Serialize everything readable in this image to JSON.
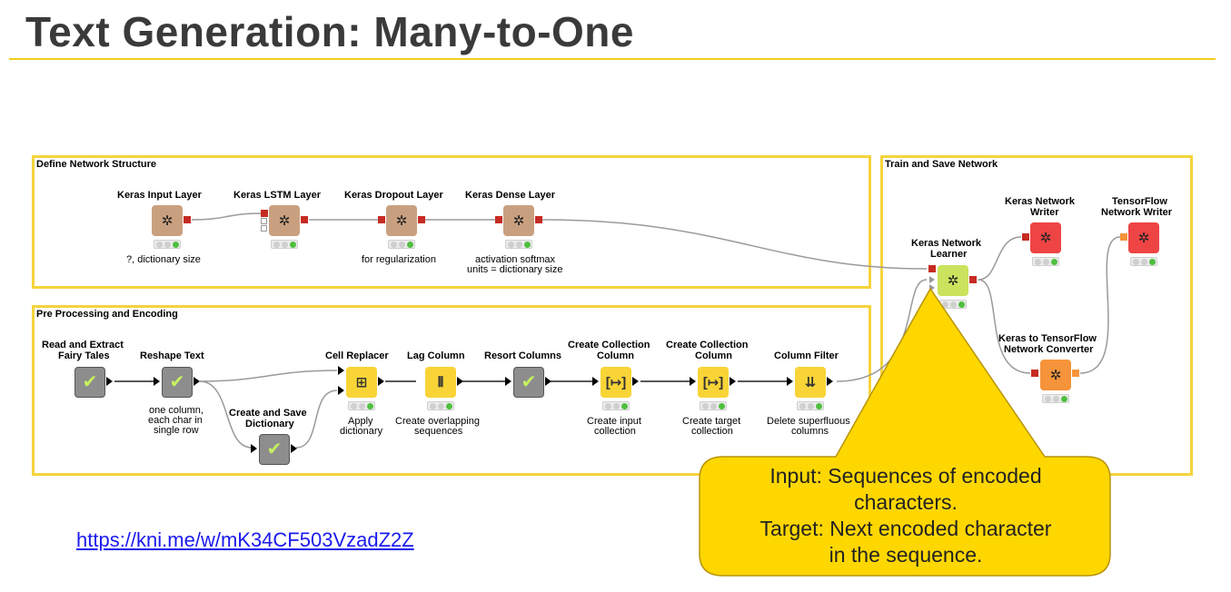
{
  "title": "Text Generation: Many-to-One",
  "sections": {
    "define": "Define Network Structure",
    "train": "Train and Save Network",
    "preprocess": "Pre Processing and Encoding"
  },
  "nodes": {
    "keras_input": {
      "title": "Keras Input Layer",
      "annotation": "?, dictionary size"
    },
    "keras_lstm": {
      "title": "Keras LSTM Layer"
    },
    "keras_dropout": {
      "title": "Keras Dropout Layer",
      "annotation": "for regularization"
    },
    "keras_dense": {
      "title": "Keras Dense Layer",
      "annotation_1": "activation softmax",
      "annotation_2": "units = dictionary size"
    },
    "keras_writer": {
      "title_1": "Keras Network",
      "title_2": "Writer"
    },
    "tf_writer": {
      "title_1": "TensorFlow",
      "title_2": "Network Writer"
    },
    "learner": {
      "title_1": "Keras Network",
      "title_2": "Learner"
    },
    "converter": {
      "title_1": "Keras to TensorFlow",
      "title_2": "Network Converter"
    },
    "read_extract": {
      "title_1": "Read and Extract",
      "title_2": "Fairy Tales"
    },
    "reshape": {
      "title": "Reshape Text",
      "annotation_1": "one column,",
      "annotation_2": "each char in",
      "annotation_3": "single row"
    },
    "create_dict": {
      "title_1": "Create and Save",
      "title_2": "Dictionary"
    },
    "cell_replacer": {
      "title": "Cell Replacer",
      "annotation_1": "Apply",
      "annotation_2": "dictionary"
    },
    "lag_column": {
      "title": "Lag Column",
      "annotation_1": "Create overlapping",
      "annotation_2": "sequences"
    },
    "resort_columns": {
      "title": "Resort Columns"
    },
    "collection1": {
      "title_1": "Create Collection",
      "title_2": "Column",
      "annotation_1": "Create input",
      "annotation_2": "collection"
    },
    "collection2": {
      "title_1": "Create Collection",
      "title_2": "Column",
      "annotation_1": "Create target",
      "annotation_2": "collection"
    },
    "column_filter": {
      "title": "Column Filter",
      "annotation_1": "Delete superfluous",
      "annotation_2": "columns"
    }
  },
  "callout": {
    "line1": "Input: Sequences of encoded",
    "line2": "characters.",
    "line3": "Target: Next encoded character",
    "line4": "in the sequence."
  },
  "link": "https://kni.me/w/mK34CF503VzadZ2Z",
  "colors": {
    "accent_yellow": "#f5d43c",
    "callout_fill": "#ffd700",
    "keras_layer": "#c9a07f",
    "writer_red": "#ee4444",
    "learner_green": "#c9e35c",
    "manipulation_yellow": "#f9d437",
    "metanode_gray": "#8d8d8d",
    "link_blue": "#1a1aee"
  },
  "icons": {
    "keras": "network-hub-icon",
    "metanode": "checkmark-icon",
    "cell_replacer": "grid-replace-icon",
    "lag_column": "lag-bars-icon",
    "collection": "collection-brackets-icon",
    "column_filter": "filter-arrows-icon"
  }
}
